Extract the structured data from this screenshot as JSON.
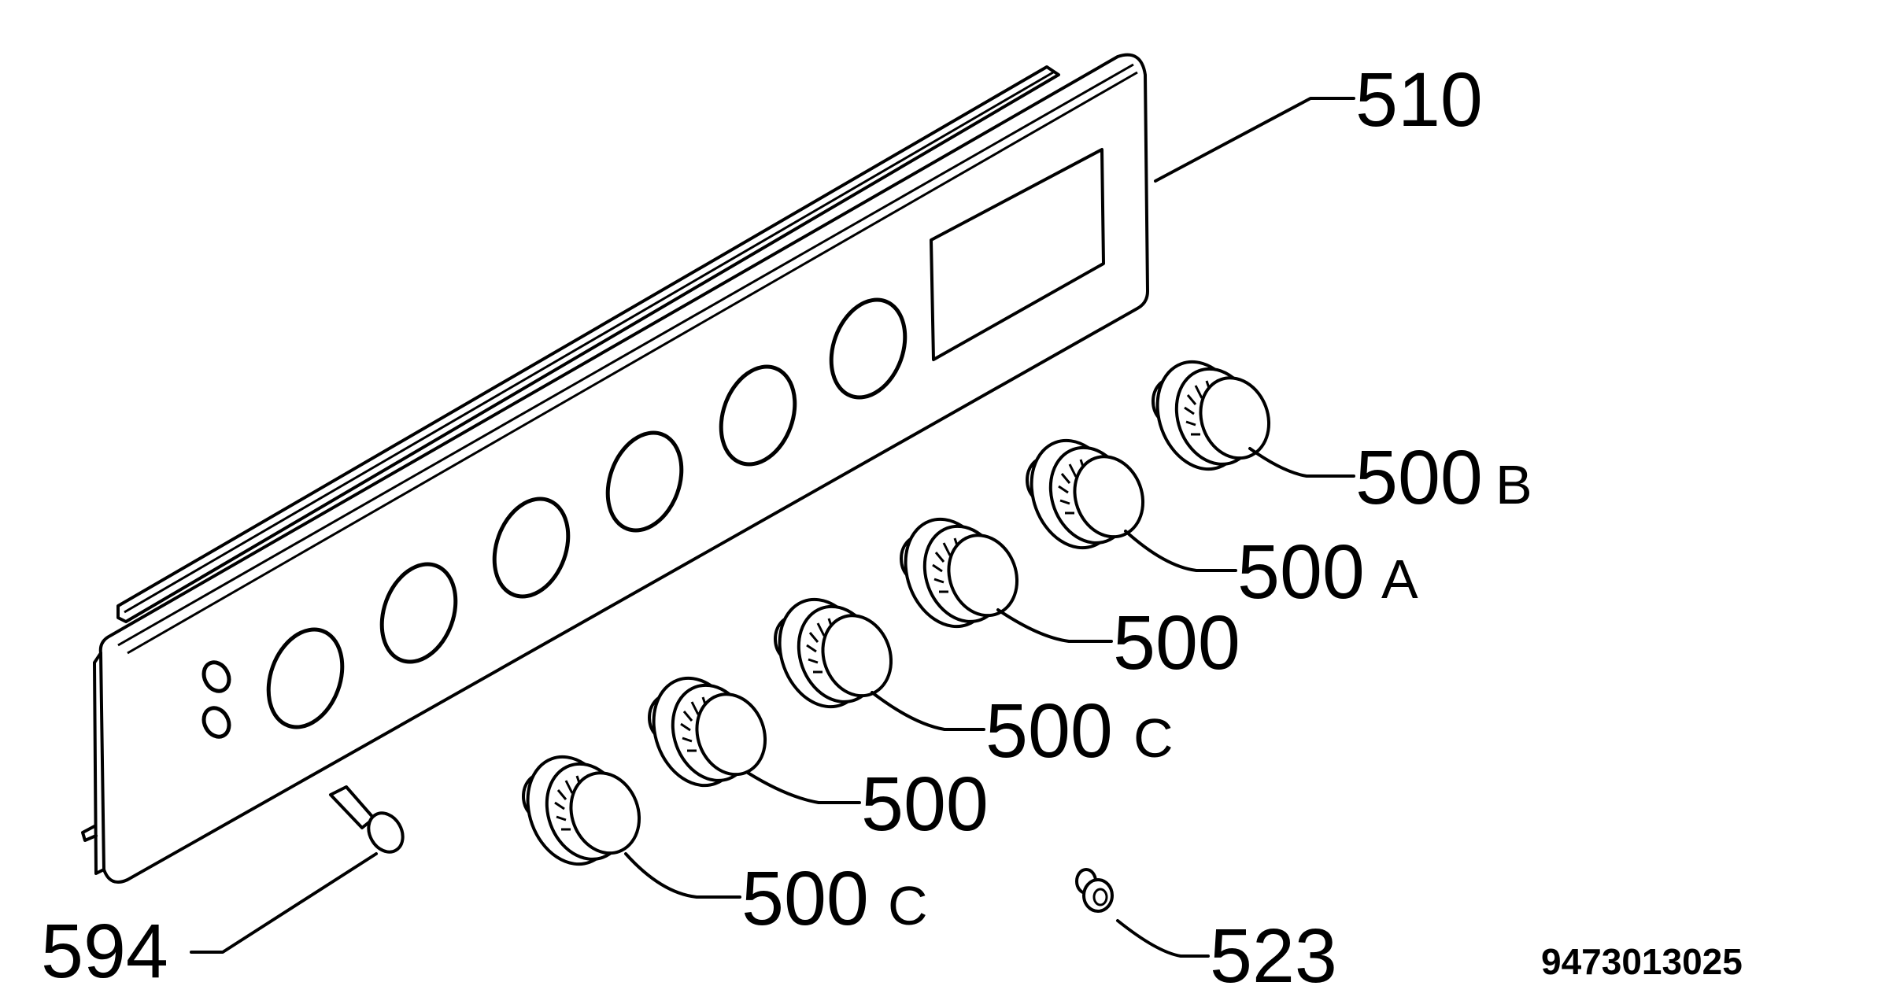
{
  "parts": [
    {
      "id": "panel",
      "number": "510",
      "suffix": ""
    },
    {
      "id": "knob-6",
      "number": "500",
      "suffix": "B"
    },
    {
      "id": "knob-5",
      "number": "500",
      "suffix": "A"
    },
    {
      "id": "knob-4",
      "number": "500",
      "suffix": ""
    },
    {
      "id": "knob-3",
      "number": "500",
      "suffix": "C"
    },
    {
      "id": "knob-2",
      "number": "500",
      "suffix": ""
    },
    {
      "id": "knob-1",
      "number": "500",
      "suffix": "C"
    },
    {
      "id": "button",
      "number": "594",
      "suffix": ""
    },
    {
      "id": "spring",
      "number": "523",
      "suffix": ""
    }
  ],
  "document_number": "9473013025"
}
